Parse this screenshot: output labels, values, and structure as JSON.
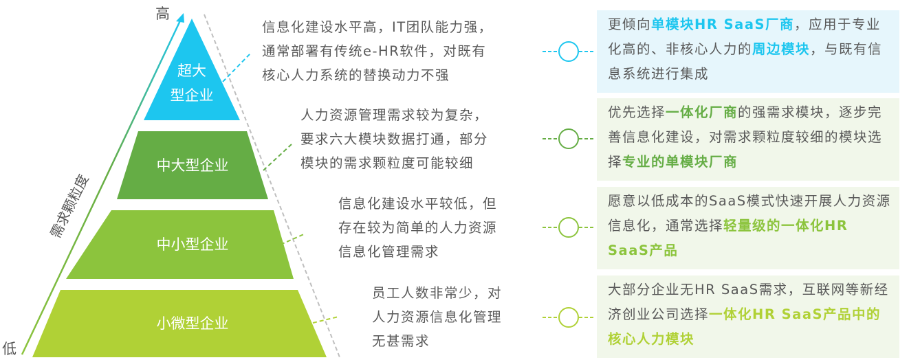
{
  "axis": {
    "high_label": "高",
    "low_label": "低",
    "title": "需求颗粒度"
  },
  "colors": {
    "tier1": "#1dc6ef",
    "tier2": "#65ad45",
    "tier3": "#8cc43d",
    "tier4": "#b0d136",
    "box_blue_bg": "#e6f6fc",
    "box_green_bg": "#f1f7ea"
  },
  "tiers": [
    {
      "name_line1": "超大",
      "name_line2": "型企业",
      "description": [
        "信息化建设水平高，IT团队能力强，",
        "通常部署有传统e-HR软件，对既有",
        "核心人力系统的替换动力不强"
      ],
      "recommendation": [
        {
          "text": "更倾向",
          "hl": false
        },
        {
          "text": "单模块HR SaaS厂商",
          "hl": true
        },
        {
          "text": "，应用于专业化高的、非核心人力的",
          "hl": false
        },
        {
          "text": "周边模块",
          "hl": true
        },
        {
          "text": "，与既有信息系统进行集成",
          "hl": false
        }
      ]
    },
    {
      "name": "中大型企业",
      "description": [
        "人力资源管理需求较为复杂，",
        "要求六大模块数据打通，部分",
        "模块的需求颗粒度可能较细"
      ],
      "recommendation": [
        {
          "text": "优先选择",
          "hl": false
        },
        {
          "text": "一体化厂商",
          "hl": true
        },
        {
          "text": "的强需求模块，逐步完善信息化建设，对需求颗粒度较细的模块选择",
          "hl": false
        },
        {
          "text": "专业的单模块厂商",
          "hl": true
        }
      ]
    },
    {
      "name": "中小型企业",
      "description": [
        "信息化建设水平较低，但",
        "存在较为简单的人力资源",
        "信息化管理需求"
      ],
      "recommendation": [
        {
          "text": "愿意以低成本的SaaS模式快速开展人力资源信息化，通常选择",
          "hl": false
        },
        {
          "text": "轻量级的一体化HR SaaS产品",
          "hl": true
        }
      ]
    },
    {
      "name": "小微型企业",
      "description": [
        "员工人数非常少，对",
        "人力资源信息化管理",
        "无甚需求"
      ],
      "recommendation": [
        {
          "text": "大部分企业无HR SaaS需求，互联网等新经济创业公司选择",
          "hl": false
        },
        {
          "text": "一体化HR SaaS产品中的核心人力模块",
          "hl": true
        }
      ]
    }
  ]
}
